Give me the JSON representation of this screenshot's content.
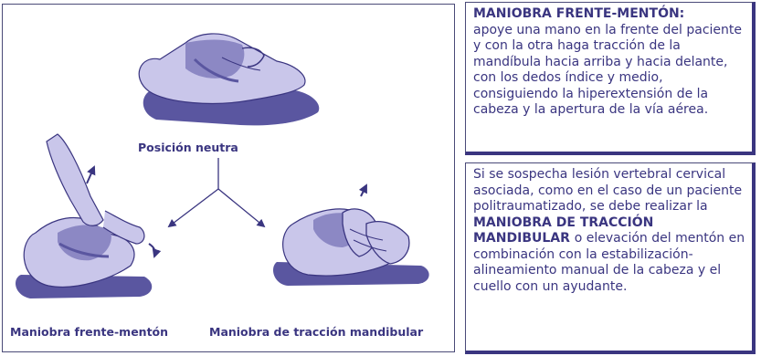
{
  "figure": {
    "captions": {
      "neutral": "Posición neutra",
      "head_tilt_chin_lift": "Maniobra frente-mentón",
      "jaw_thrust": "Maniobra de tracción mandibular"
    },
    "colors": {
      "primary": "#3a3580",
      "shade": "#8c88c4",
      "light": "#c9c6ea"
    }
  },
  "box_head_tilt": {
    "title": "MANIOBRA FRENTE-MENTÓN:",
    "body": "apoye una mano en la frente del paciente y con la otra haga tracción de la mandíbula hacia arriba y hacia delante, con los dedos índice y medio, consiguiendo la hiperextensión de la cabeza y la apertura de la vía aérea."
  },
  "box_jaw_thrust": {
    "intro": "Si se sospecha lesión vertebral cervical asociada, como en el caso de un paciente politraumatizado, se debe realizar la",
    "emphasis": "MANIOBRA DE TRACCIÓN MANDIBULAR",
    "outro": "o elevación del mentón en combinación con la estabilización-alineamiento manual de la cabeza y el cuello con un ayudante."
  }
}
